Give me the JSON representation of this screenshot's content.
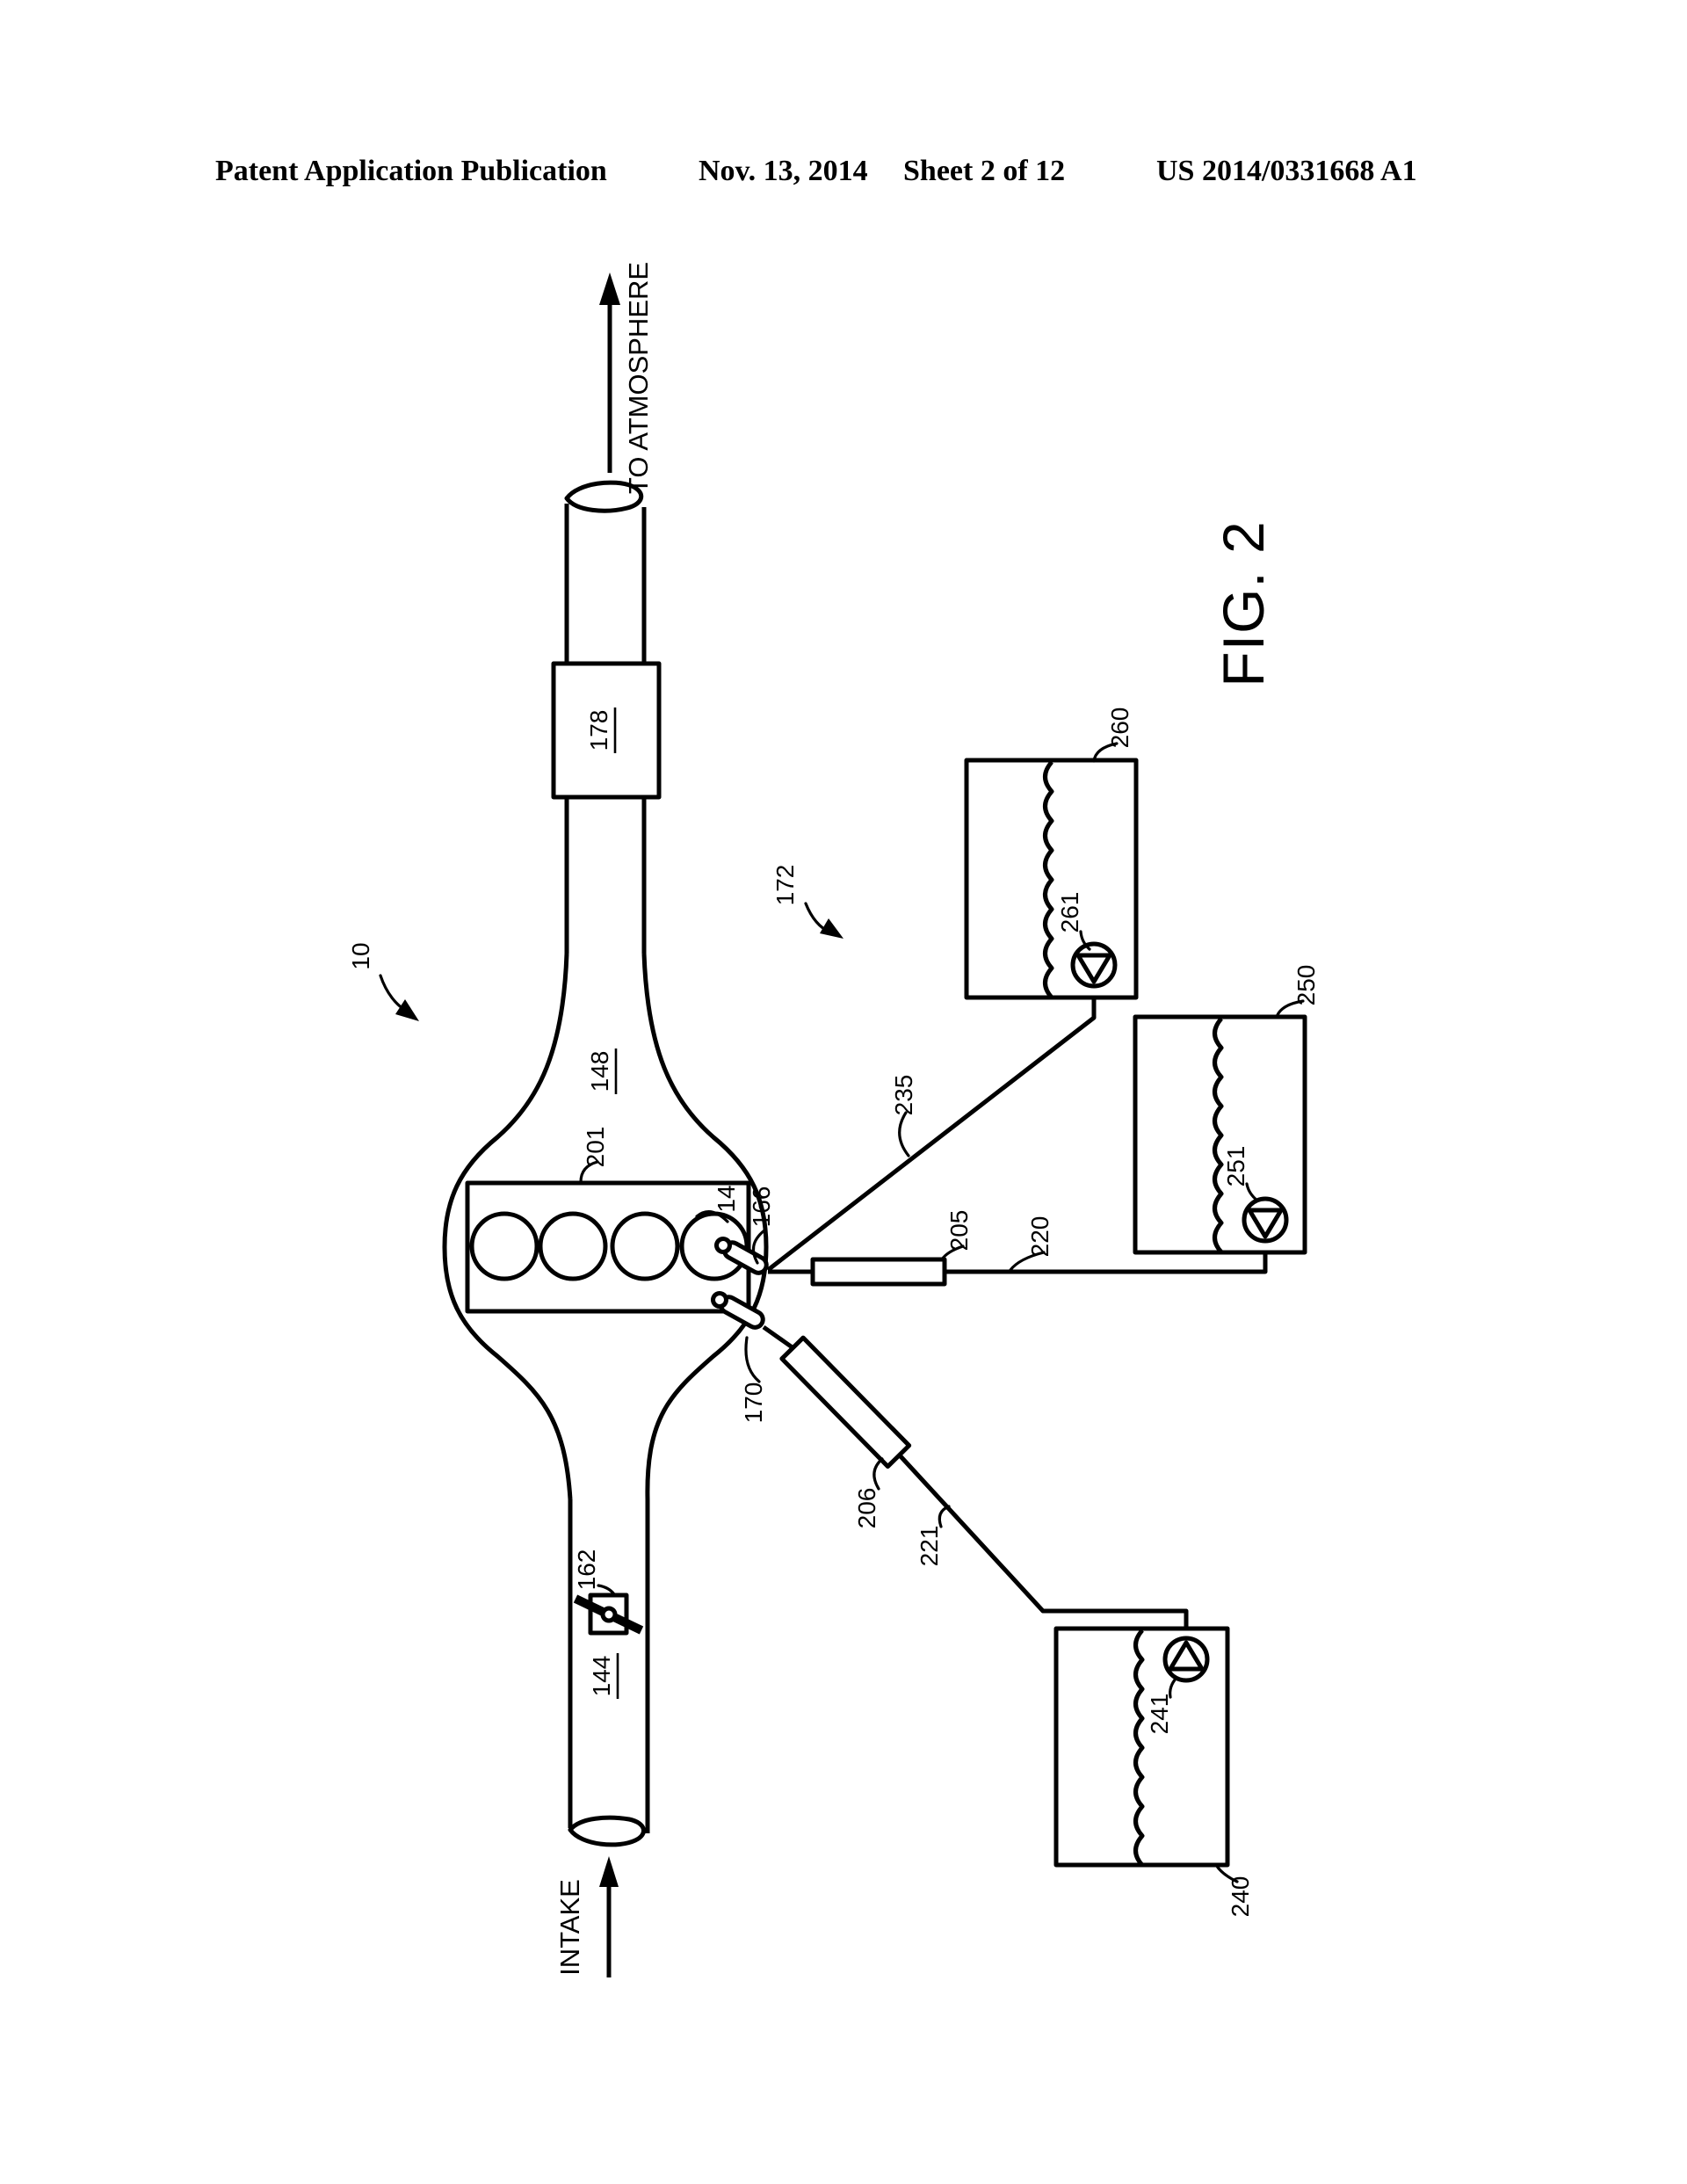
{
  "header": {
    "publication": "Patent Application Publication",
    "date": "Nov. 13, 2014",
    "sheet": "Sheet 2 of 12",
    "number": "US 2014/0331668 A1"
  },
  "figure": {
    "caption": "FIG. 2",
    "exhaust_flow_label": "TO ATMOSPHERE",
    "intake_flow_label": "INTAKE",
    "labels": {
      "system": "10",
      "fuel_delivery_system": "172",
      "emission_control_device": "178",
      "exhaust_manifold": "148",
      "engine_block": "201",
      "cylinder": "14",
      "direct_injector": "166",
      "port_injector": "170",
      "throttle": "162",
      "intake_passage": "144",
      "fuel_line_205": "205",
      "fuel_line_220": "220",
      "fuel_line_235": "235",
      "fuel_line_206": "206",
      "fuel_line_221": "221",
      "fuel_tank_240": "240",
      "fuel_pump_241": "241",
      "fuel_tank_250": "250",
      "fuel_pump_251": "251",
      "fuel_tank_260": "260",
      "fuel_pump_261": "261"
    }
  }
}
